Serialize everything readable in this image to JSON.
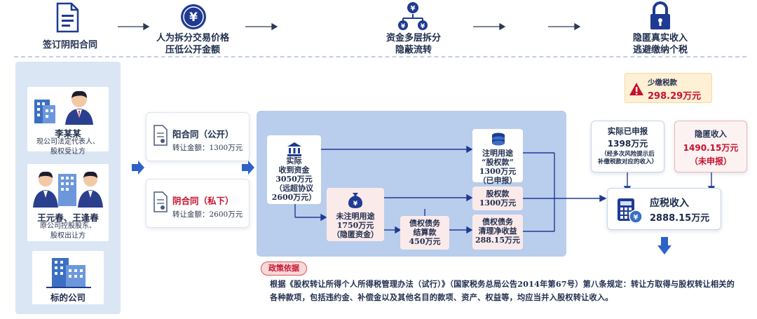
{
  "top_steps": [
    {
      "label": "签订阴阳合同",
      "icon": "document-icon"
    },
    {
      "label": "人为拆分交易价格\n压低公开金额",
      "icon": "yen-coin-icon"
    },
    {
      "label": "资金多层拆分\n隐蔽流转",
      "icon": "money-split-icon"
    },
    {
      "label": "隐匿真实收入\n逃避缴纳个税",
      "icon": "lock-icon"
    }
  ],
  "parties": [
    {
      "name": "李某某",
      "desc": "现公司法定代表人、\n股权受让方"
    },
    {
      "name": "王元春、王逢春",
      "desc": "原公司控股股东、\n股权出让方"
    },
    {
      "name": "标的公司",
      "desc": ""
    }
  ],
  "contracts": [
    {
      "title": "阳合同（公开）",
      "desc": "转让金额：1300万元"
    },
    {
      "title": "阴合同（私下）",
      "desc": "转让金额：2600万元"
    }
  ],
  "flow": {
    "received": "实际\n收到资金\n3050万元\n（远超协议\n2600万元）",
    "noted": "注明用途\n“股权款”\n1300万元\n（已申报）",
    "equity": "股权款\n1300万元",
    "unnoted": "未注明用途\n1750万元\n（隐匿资金）",
    "settlement": "债权债务\n结算款\n450万元",
    "clearing": "债权债务\n清理净收益\n288.15万元"
  },
  "right": {
    "tax_short_label": "少缴税款",
    "tax_short_value": "298.29万元",
    "declared_title": "实际已申报",
    "declared_value": "1398万元",
    "declared_note": "（经多次风险提示后\n补缴税款对应的收入）",
    "hidden_title": "隐匿收入",
    "hidden_value": "1490.15万元",
    "hidden_note": "（未申报）",
    "taxable_title": "应税收入",
    "taxable_value": "2888.15万元"
  },
  "policy": {
    "tag": "政策依据",
    "text": "根据《股权转让所得个人所得税管理办法（试行）》（国家税务总局公告2014年第67号）第八条规定：转让方取得与股权转让相关的各种款项，包括违约金、补偿金以及其他名目的款项、资产、权益等，均应当并入股权转让收入。"
  },
  "colors": {
    "navy": "#1f3a93",
    "accent_red": "#c8102e",
    "panel_blue": "#b9cdec",
    "arrow_blue": "#2d63c8"
  }
}
